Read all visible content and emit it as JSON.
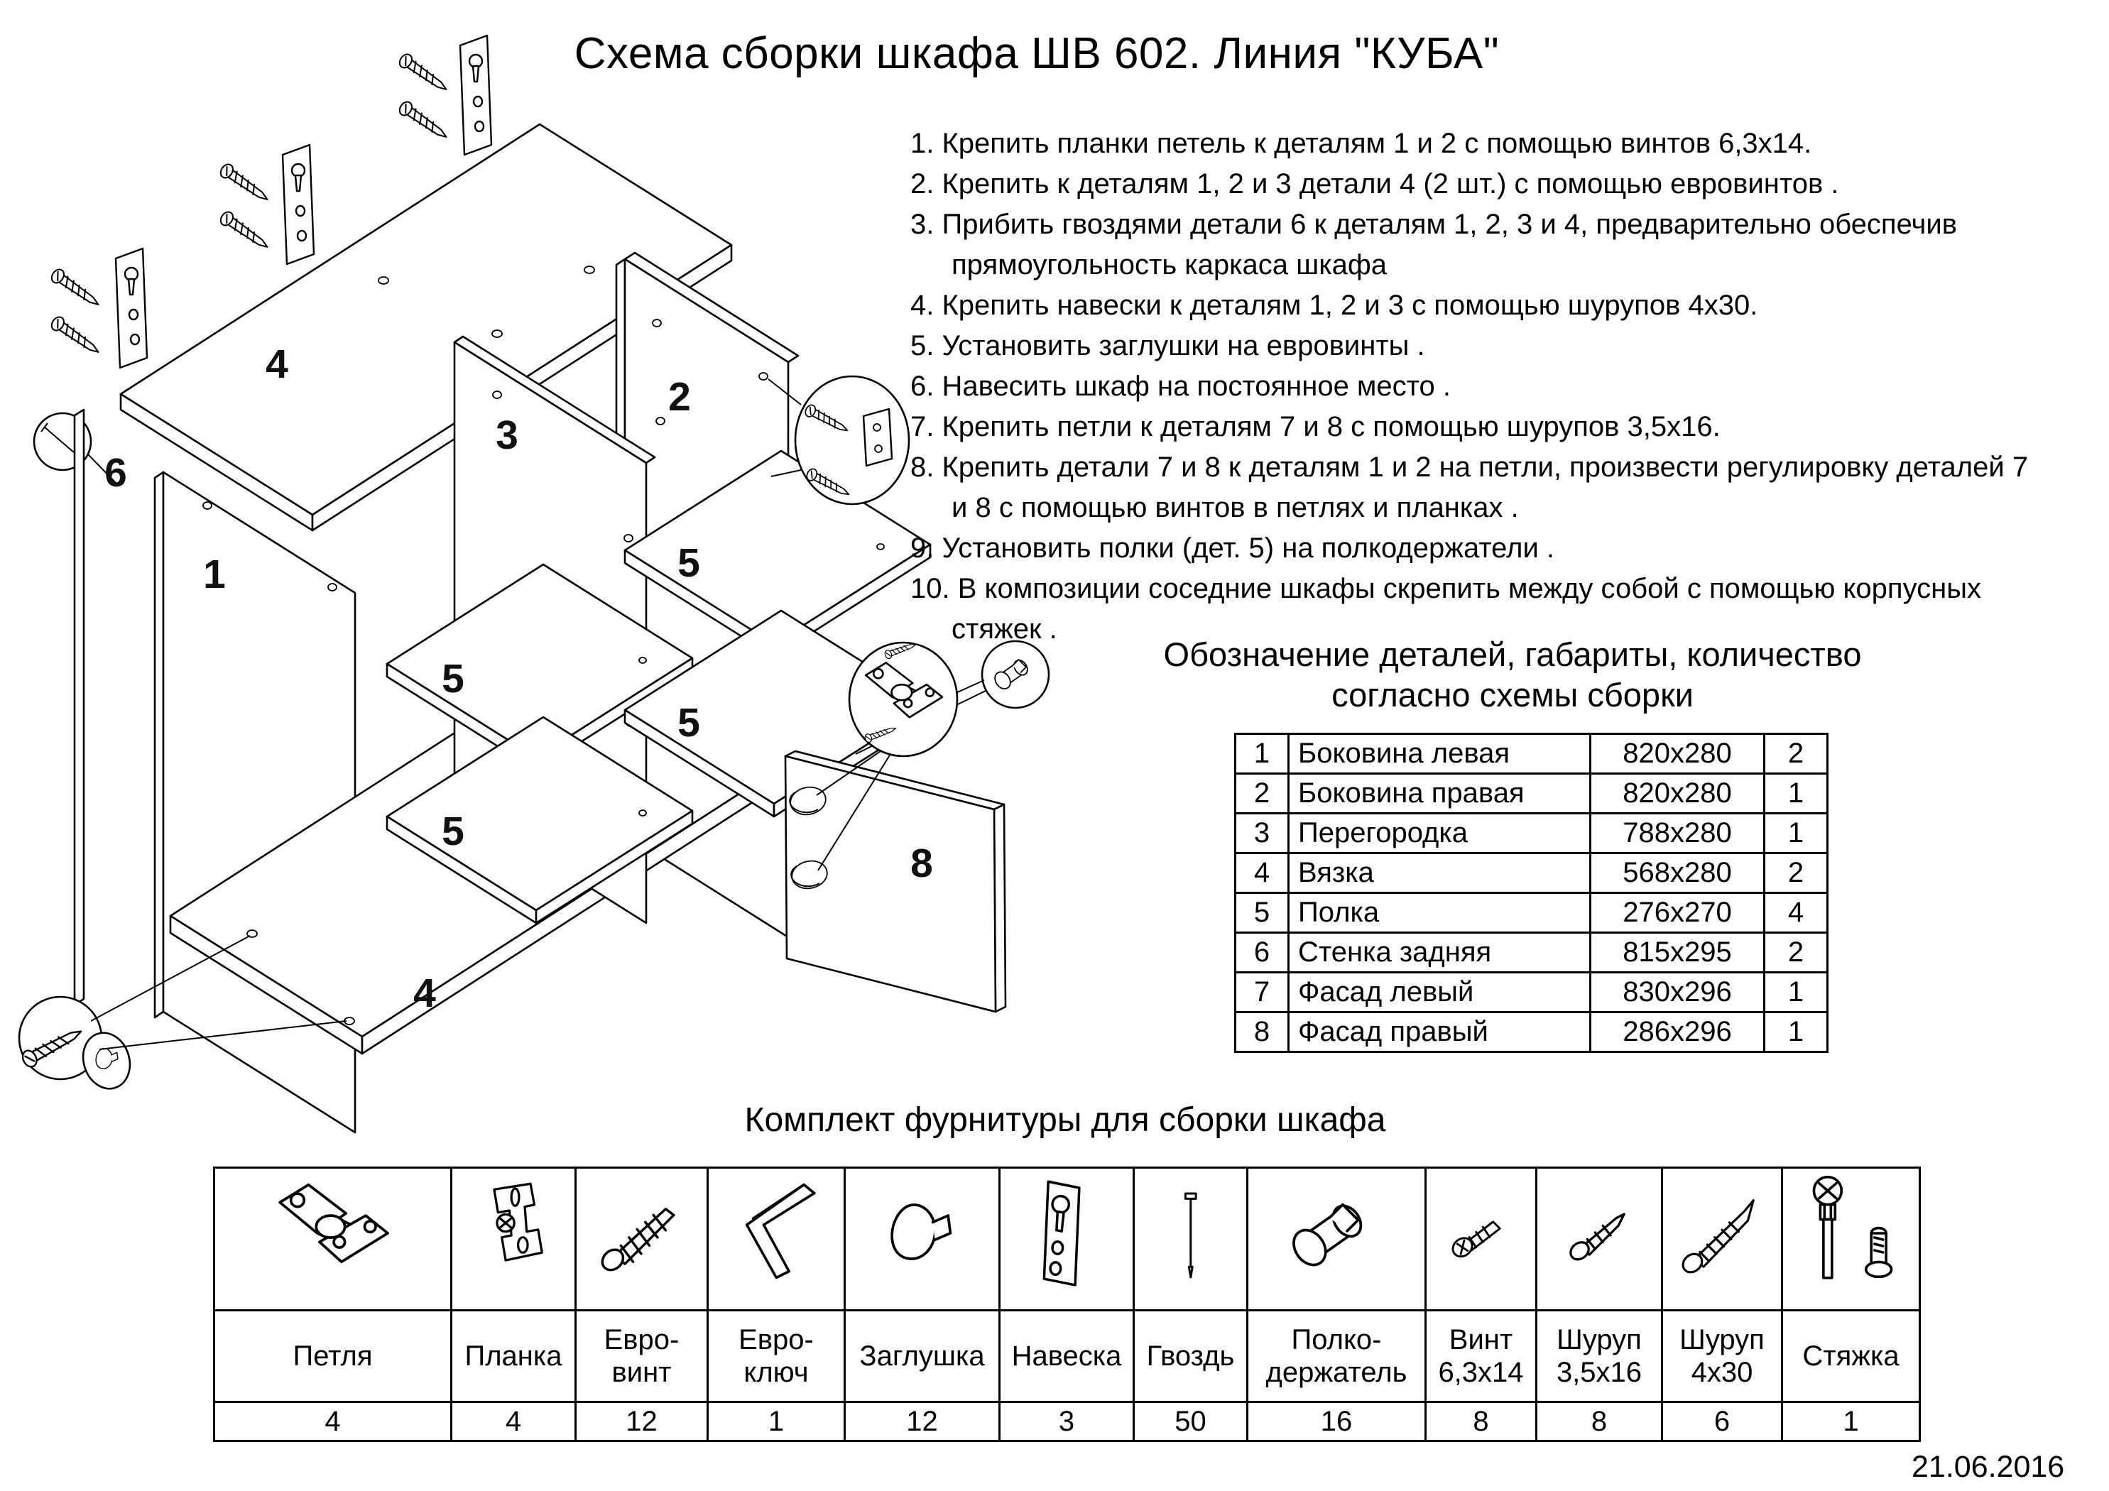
{
  "title": "Схема сборки шкафа ШВ 602. Линия \"КУБА\"",
  "instructions": [
    {
      "num": "1.",
      "text": "Крепить планки петель к деталям  1 и 2 с помощью винтов  6,3х14."
    },
    {
      "num": "2.",
      "text": "Крепить к деталям  1, 2 и 3 детали 4 (2 шт.) с помощью евровинтов ."
    },
    {
      "num": "3.",
      "text": "Прибить гвоздями детали  6 к деталям 1, 2, 3 и 4, предварительно обеспечив прямоугольность каркаса шкафа"
    },
    {
      "num": "4.",
      "text": "Крепить навески к деталям  1, 2 и 3 с помощью шурупов  4х30."
    },
    {
      "num": "5.",
      "text": "Установить заглушки на евровинты ."
    },
    {
      "num": "6.",
      "text": "Навесить шкаф на постоянное место ."
    },
    {
      "num": "7.",
      "text": "Крепить петли к деталям  7 и 8 с помощью шурупов  3,5х16."
    },
    {
      "num": "8.",
      "text": "Крепить детали  7 и 8 к деталям 1 и 2 на петли, произвести регулировку деталей  7 и 8 с помощью винтов в петлях и планках ."
    },
    {
      "num": "9.",
      "text": "Установить полки  (дет. 5)  на полкодержатели ."
    },
    {
      "num": "10.",
      "text": "В композиции соседние шкафы скрепить между собой с помощью корпусных стяжек ."
    }
  ],
  "parts_table": {
    "heading_line1": "Обозначение деталей, габариты, количество",
    "heading_line2": "согласно схемы сборки",
    "rows": [
      {
        "num": "1",
        "name": "Боковина левая",
        "size": "820х280",
        "qty": "2"
      },
      {
        "num": "2",
        "name": "Боковина правая",
        "size": "820х280",
        "qty": "1"
      },
      {
        "num": "3",
        "name": "Перегородка",
        "size": "788х280",
        "qty": "1"
      },
      {
        "num": "4",
        "name": "Вязка",
        "size": "568х280",
        "qty": "2"
      },
      {
        "num": "5",
        "name": "Полка",
        "size": "276х270",
        "qty": "4"
      },
      {
        "num": "6",
        "name": "Стенка задняя",
        "size": "815х295",
        "qty": "2"
      },
      {
        "num": "7",
        "name": "Фасад левый",
        "size": "830х296",
        "qty": "1"
      },
      {
        "num": "8",
        "name": "Фасад правый",
        "size": "286х296",
        "qty": "1"
      }
    ]
  },
  "hardware": {
    "heading": "Комплект фурнитуры для сборки шкафа",
    "items": [
      {
        "icon": "hinge-icon",
        "label_lines": [
          "Петля"
        ],
        "qty": "4"
      },
      {
        "icon": "plate-icon",
        "label_lines": [
          "Планка"
        ],
        "qty": "4"
      },
      {
        "icon": "euroscrew-icon",
        "label_lines": [
          "Евро-",
          "винт"
        ],
        "qty": "12"
      },
      {
        "icon": "hexkey-icon",
        "label_lines": [
          "Евро-",
          "ключ"
        ],
        "qty": "1"
      },
      {
        "icon": "cap-icon",
        "label_lines": [
          "Заглушка"
        ],
        "qty": "12"
      },
      {
        "icon": "naveska-icon",
        "label_lines": [
          "Навеска"
        ],
        "qty": "3"
      },
      {
        "icon": "nail-icon",
        "label_lines": [
          "Гвоздь"
        ],
        "qty": "50"
      },
      {
        "icon": "shelfpin-icon",
        "label_lines": [
          "Полко-",
          "держатель"
        ],
        "qty": "16"
      },
      {
        "icon": "vint-icon",
        "label_lines": [
          "Винт",
          "6,3х14"
        ],
        "qty": "8"
      },
      {
        "icon": "shurup35-icon",
        "label_lines": [
          "Шуруп",
          "3,5х16"
        ],
        "qty": "8"
      },
      {
        "icon": "shurup430-icon",
        "label_lines": [
          "Шуруп",
          "4х30"
        ],
        "qty": "6"
      },
      {
        "icon": "styazhka-icon",
        "label_lines": [
          "Стяжка"
        ],
        "qty": "1"
      }
    ]
  },
  "diagram": {
    "labels": {
      "left_side": "1",
      "right_side": "2",
      "partition": "3",
      "top_panel": "4",
      "bottom_panel": "4",
      "shelf": "5",
      "back_wall": "6",
      "right_door": "8"
    }
  },
  "date": "21.06.2016"
}
